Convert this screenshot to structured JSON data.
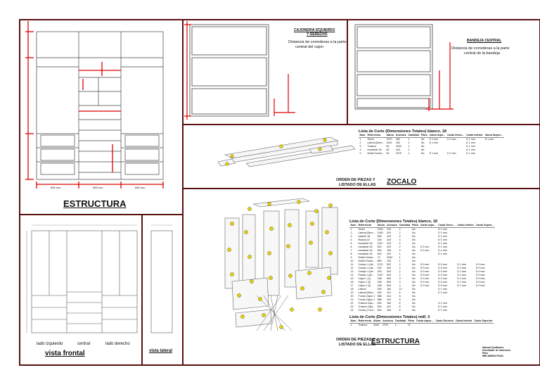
{
  "panels": {
    "estructura": {
      "title": "ESTRUCTURA",
      "dims": [
        "666 mm",
        "666 mm",
        "666 mm"
      ]
    },
    "cajoneria": {
      "title_line1": "CAJONERIA IZQUIERDO",
      "title_line2": "Y DERECHO",
      "note": [
        "Distancia de correderas a la parte",
        "central del cajon"
      ]
    },
    "bandeja": {
      "title": "BANDEJA CENTRAL",
      "note": [
        "Distancia de correderas a la parte",
        "central de la bandeja"
      ]
    },
    "zocalo": {
      "title": "ZOCALO",
      "caption": [
        "ORDEN DE PIEZAS Y",
        "LISTADO DE ELLAS"
      ]
    },
    "vista_frontal": {
      "title": "vista frontal",
      "labels": [
        "lado izquierdo",
        "central",
        "lado derecho"
      ]
    },
    "vista_lateral": {
      "title": "vista lateral"
    },
    "explode": {
      "title": "ESTRUCTURA",
      "caption": [
        "ORDEN DE PIEZAS Y",
        "LISTADO DE ELLAS"
      ]
    },
    "credit": [
      "Samuel Quiñones",
      "Diseñador de Interiores",
      "Para",
      "MELAMINA FACIL"
    ]
  },
  "zocalo_table": {
    "title": "Lista de Corte (Dimensiones Totales) blanco, 18",
    "headers": [
      "Num",
      "Referencia",
      "Altura",
      "Anchura",
      "Cantidad",
      "Fibra",
      "Canto Izqui...",
      "Canto Derec...",
      "Canto Inferior",
      "Canto Superi..."
    ],
    "rows": [
      [
        "1",
        "Techo",
        "2370",
        "450",
        "1",
        "No",
        "D 1 mm",
        "D 1 mm",
        "D 1 mm",
        "D 1 mm"
      ],
      [
        "2",
        "Lateral (Dere...",
        "2440",
        "442",
        "2",
        "No",
        "D 1 mm",
        "",
        "D 1 mm",
        ""
      ],
      [
        "3",
        "Trasera",
        "82",
        "2334",
        "1",
        "No",
        "",
        "",
        "D 1 mm",
        ""
      ],
      [
        "4",
        "montante 18",
        "82",
        "424",
        "2",
        "No",
        "",
        "",
        "D 1 mm",
        ""
      ],
      [
        "5",
        "Doble-Fondo...",
        "82",
        "2370",
        "1",
        "No",
        "D 1 mm",
        "D 1 mm",
        "D 1 mm",
        ""
      ]
    ]
  },
  "estructura_table": {
    "title": "Lista de Corte (Dimensiones Totales) blanco, 18",
    "headers": [
      "Num",
      "Referencia",
      "Altura",
      "Anchura",
      "Cantidad",
      "Fibra",
      "Canto Izqui...",
      "Canto Derec...",
      "Canto Inferior",
      "Canto Superi..."
    ],
    "rows": [
      [
        "1",
        "Techo",
        "2334",
        "419",
        "2",
        "No",
        "",
        "D 1 mm",
        "",
        ""
      ],
      [
        "2",
        "Lateral (Dere...",
        "2440",
        "419",
        "2",
        "No",
        "",
        "D 1 mm",
        "",
        ""
      ],
      [
        "3",
        "estante 18",
        "695",
        "419",
        "4",
        "No",
        "",
        "D 1 mm",
        "",
        ""
      ],
      [
        "4",
        "Repisa 18",
        "334",
        "419",
        "4",
        "No",
        "",
        "D 1 mm",
        "",
        ""
      ],
      [
        "5",
        "montante 18",
        "2112",
        "419",
        "2",
        "No",
        "",
        "D 1 mm",
        "",
        ""
      ],
      [
        "6",
        "montante 18",
        "502",
        "419",
        "2",
        "No",
        "D 1 mm",
        "D 1 mm",
        "",
        ""
      ],
      [
        "7",
        "montante 18",
        "900",
        "105",
        "4",
        "No",
        "D 1 mm",
        "D 1 mm",
        "",
        ""
      ],
      [
        "8",
        "montante 18",
        "502",
        "419",
        "1",
        "No",
        "",
        "D 1 mm",
        "",
        ""
      ],
      [
        "9",
        "Doble-Fondo...",
        "72",
        "2334",
        "1",
        "No",
        "",
        "",
        "",
        ""
      ],
      [
        "10",
        "Doble-Fondo...",
        "660",
        "125",
        "1",
        "No",
        "",
        "",
        "",
        ""
      ],
      [
        "11",
        "Cuerpo 1 (de...",
        "1170",
        "522",
        "2",
        "No",
        "D 0 mm",
        "D 0 mm",
        "D 1 mm",
        "D 0 mm"
      ],
      [
        "12",
        "Cuerpo 1 (de...",
        "420",
        "543",
        "2",
        "No",
        "D 0 mm",
        "D 0 mm",
        "D 1 mm",
        "D 0 mm"
      ],
      [
        "13",
        "Cuerpo 1 (de...",
        "420",
        "543",
        "2",
        "No",
        "D 0 mm",
        "D 0 mm",
        "D 1 mm",
        "D 0 mm"
      ],
      [
        "14",
        "Puerta 1 (de...",
        "1937",
        "543",
        "2",
        "No",
        "D 0 mm",
        "D 0 mm",
        "D 1 mm",
        "D 0 mm"
      ],
      [
        "15",
        "Cajon 1 (1)",
        "238",
        "690",
        "3",
        "No",
        "D 2 mm",
        "D 0 mm",
        "D 1 mm",
        "D 0 mm"
      ],
      [
        "16",
        "Cajon 1 (2)",
        "238",
        "690",
        "3",
        "No",
        "D 2 mm",
        "D 0 mm",
        "D 1 mm",
        "D 0 mm"
      ],
      [
        "17",
        "Cajon 1 (3)",
        "238",
        "634",
        "3",
        "No",
        "D 2 mm",
        "D 0 mm",
        "D 1 mm",
        "D 0 mm"
      ],
      [
        "18",
        "Lateral",
        "450",
        "160",
        "12",
        "No",
        "",
        "D 1 mm",
        "",
        ""
      ],
      [
        "19",
        "Lateral (Dere...",
        "450",
        "110",
        "6",
        "No",
        "",
        "D 1 mm",
        "",
        ""
      ],
      [
        "20",
        "Fondo Cajon 1",
        "588",
        "414",
        "6",
        "No",
        "",
        "",
        "",
        ""
      ],
      [
        "21",
        "Fondo Cajon 1",
        "588",
        "242",
        "6",
        "No",
        "",
        "",
        "",
        ""
      ],
      [
        "22",
        "Trasera Cajo...",
        "504",
        "160",
        "6",
        "No",
        "",
        "D 1 mm",
        "",
        ""
      ],
      [
        "23",
        "Trasera Cajo...",
        "504",
        "110",
        "6",
        "No",
        "",
        "D 1 mm",
        "",
        ""
      ],
      [
        "24",
        "Contra_Front...",
        "504",
        "160",
        "6",
        "No",
        "",
        "D 1 mm",
        "",
        ""
      ]
    ]
  },
  "mdf_table": {
    "title": "Lista de Corte (Dimensiones Totales) mdf, 3",
    "headers": [
      "Num",
      "Referencia",
      "Altura",
      "Anchura",
      "Cantidad",
      "Fibra",
      "Canto Izquie...",
      "Canto Derecho",
      "Canto Inferior",
      "Canto Superior"
    ],
    "rows": [
      [
        "1",
        "Trasera",
        "2440",
        "2370",
        "1",
        "Si",
        "",
        "",
        "",
        ""
      ]
    ]
  }
}
